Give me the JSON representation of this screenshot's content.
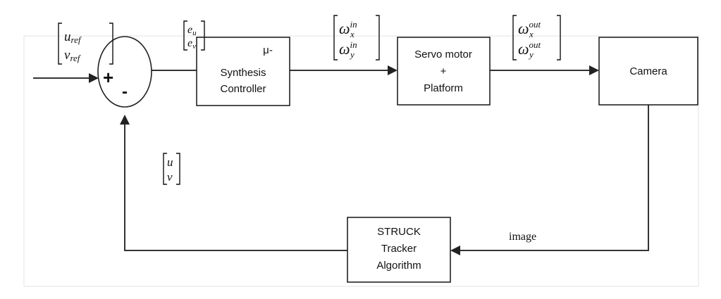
{
  "blocks": {
    "controller": {
      "prefix": "μ-",
      "line1": "Synthesis",
      "line2": "Controller"
    },
    "servo": {
      "line1": "Servo motor",
      "line2": "+",
      "line3": "Platform"
    },
    "camera": {
      "label": "Camera"
    },
    "tracker": {
      "line1": "STRUCK",
      "line2": "Tracker",
      "line3": "Algorithm"
    }
  },
  "summing_junction": {
    "plus": "+",
    "minus": "-"
  },
  "signals": {
    "reference": {
      "top_base": "u",
      "top_sub": "ref",
      "bottom_base": "v",
      "bottom_sub": "ref"
    },
    "error": {
      "top_base": "e",
      "top_sub": "u",
      "bottom_base": "e",
      "bottom_sub": "v"
    },
    "omega_in": {
      "top_base": "ω",
      "top_sub": "x",
      "top_sup": "in",
      "bottom_base": "ω",
      "bottom_sub": "y",
      "bottom_sup": "in"
    },
    "omega_out": {
      "top_base": "ω",
      "top_sub": "x",
      "top_sup": "out",
      "bottom_base": "ω",
      "bottom_sub": "y",
      "bottom_sup": "out"
    },
    "feedback": {
      "top": "u",
      "bottom": "v"
    },
    "image": {
      "label": "image"
    }
  }
}
